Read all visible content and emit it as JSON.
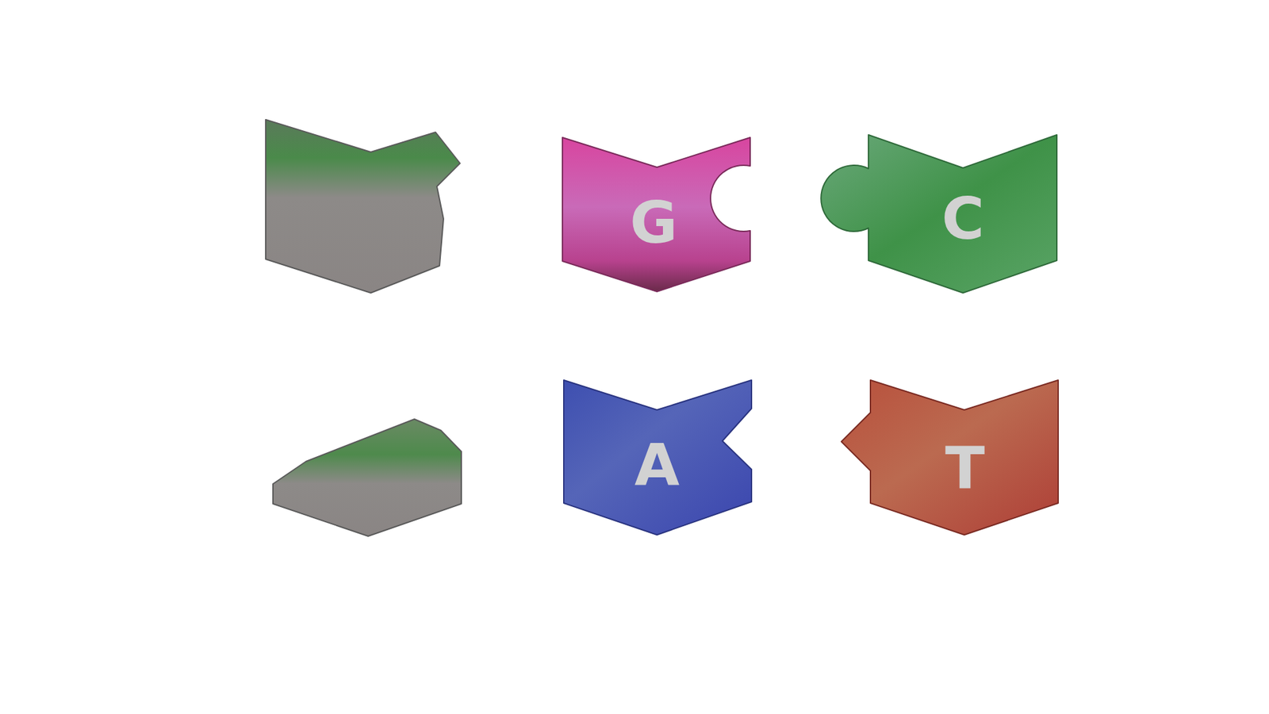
{
  "diagram": {
    "nodes": [
      {
        "text": [
          "G"
        ]
      },
      {
        "text": [
          "C"
        ]
      },
      {
        "text": [
          "A"
        ]
      },
      {
        "text": [
          "T"
        ]
      }
    ]
  }
}
